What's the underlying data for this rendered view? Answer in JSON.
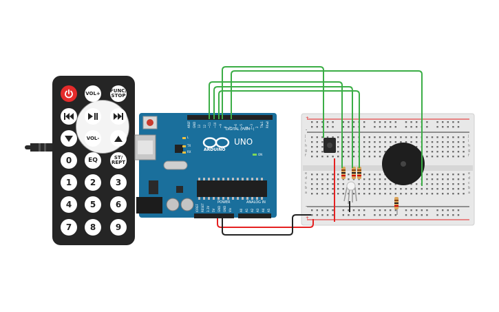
{
  "remote": {
    "buttons": {
      "vol_up": "VOL+",
      "func_stop_line1": "FUNC/",
      "func_stop_line2": "STOP",
      "vol_down": "VOL-",
      "eq": "EQ",
      "st_rept_line1": "ST/",
      "st_rept_line2": "REPT",
      "digits": [
        "0",
        "1",
        "2",
        "3",
        "4",
        "5",
        "6",
        "7",
        "8",
        "9"
      ]
    },
    "icons": [
      "power-icon",
      "rewind-icon",
      "play-pause-icon",
      "fast-forward-icon",
      "down-arrow-icon",
      "up-arrow-icon"
    ]
  },
  "arduino": {
    "brand": "ARDUINO",
    "model": "UNO",
    "digital_label": "DIGITAL (PWM~)",
    "power_label": "POWER",
    "analog_label": "ANALOG IN",
    "on_label": "ON",
    "led_labels": [
      "L",
      "TX",
      "RX"
    ],
    "digital_pins": [
      "AREF",
      "GND",
      "13",
      "12",
      "~11",
      "~10",
      "~9",
      "8",
      "7",
      "~6",
      "~5",
      "4",
      "~3",
      "2",
      "TX▸1",
      "RX◂0"
    ],
    "power_pins": [
      "IOREF",
      "RESET",
      "3.3V",
      "5V",
      "GND",
      "GND",
      "Vin"
    ],
    "analog_pins": [
      "A0",
      "A1",
      "A2",
      "A3",
      "A4",
      "A5"
    ]
  },
  "breadboard": {
    "row_letters_top": [
      "j",
      "i",
      "h",
      "g",
      "f"
    ],
    "row_letters_bottom": [
      "e",
      "d",
      "c",
      "b",
      "a"
    ],
    "rail_signs": [
      "+",
      "-"
    ]
  },
  "colors": {
    "wire_green": "#3aad45",
    "wire_red": "#e52020",
    "wire_black": "#222222",
    "arduino_blue": "#1a6f9c",
    "remote_body": "#252525",
    "power_button": "#e52b2b"
  }
}
